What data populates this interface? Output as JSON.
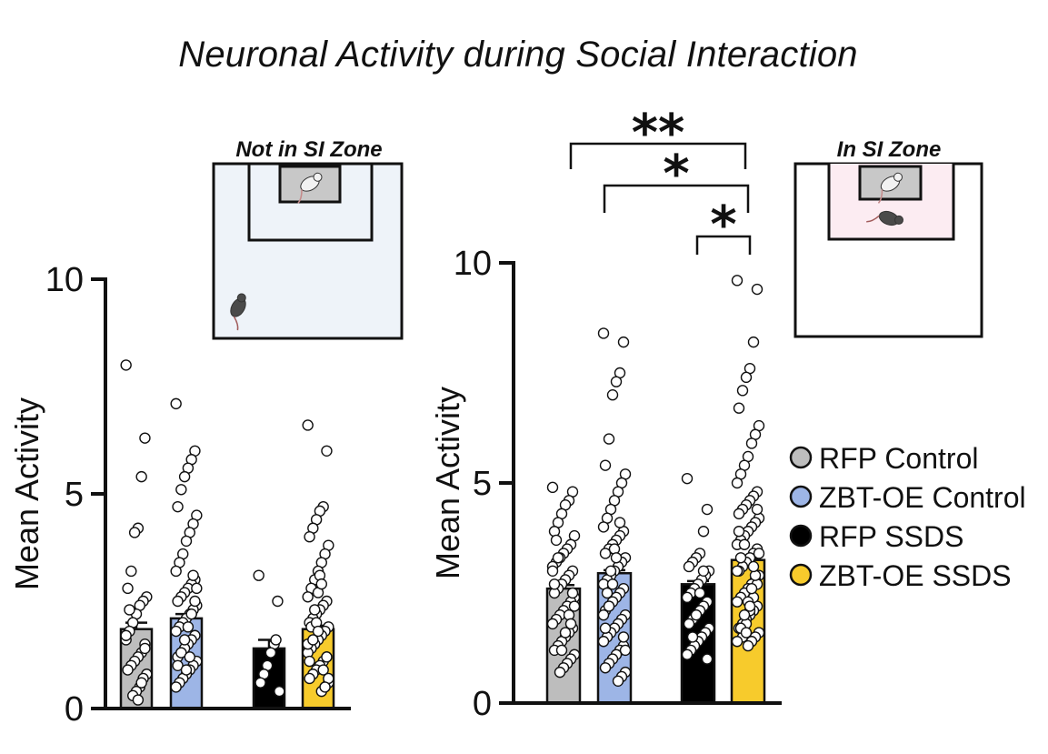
{
  "title": "Neuronal Activity during Social Interaction",
  "colors": {
    "rfp_control": "#bdbdbd",
    "zbt_oe_control": "#9db5e6",
    "rfp_ssds": "#000000",
    "zbt_oe_ssds": "#f7cb2c",
    "zone_not": "#eef3f9",
    "zone_in": "#fcecf2"
  },
  "legend": [
    {
      "label": "RFP Control",
      "color": "#bdbdbd"
    },
    {
      "label": "ZBT-OE Control",
      "color": "#9db5e6"
    },
    {
      "label": "RFP SSDS",
      "color": "#000000"
    },
    {
      "label": "ZBT-OE SSDS",
      "color": "#f7cb2c"
    }
  ],
  "chart_data": [
    {
      "type": "bar",
      "panel": "left",
      "inset_label": "Not in SI Zone",
      "ylabel": "Mean Activity",
      "ylim": [
        0,
        10
      ],
      "yticks": [
        "0",
        "5",
        "10"
      ],
      "categories": [
        "RFP Control",
        "ZBT-OE Control",
        "RFP SSDS",
        "ZBT-OE SSDS"
      ],
      "values": [
        1.85,
        2.1,
        1.4,
        1.85
      ],
      "errors": [
        0.15,
        0.1,
        0.2,
        0.08
      ],
      "points": [
        [
          8.0,
          6.3,
          5.4,
          4.2,
          4.1,
          3.2,
          2.8,
          2.6,
          2.5,
          2.4,
          2.2,
          2.0,
          1.8,
          1.6,
          1.5,
          1.3,
          1.2,
          1.1,
          1.0,
          0.9,
          0.8,
          0.7,
          0.5,
          0.4,
          0.3,
          2.3,
          1.7,
          1.4,
          0.6,
          0.2
        ],
        [
          7.1,
          6.0,
          5.8,
          5.6,
          5.4,
          5.1,
          4.7,
          4.5,
          4.3,
          4.1,
          3.9,
          3.6,
          3.4,
          3.2,
          3.0,
          2.9,
          2.8,
          2.7,
          2.6,
          2.5,
          2.4,
          2.3,
          2.2,
          2.1,
          2.0,
          1.9,
          1.8,
          1.7,
          1.6,
          1.5,
          1.4,
          1.3,
          1.2,
          1.1,
          1.0,
          0.9,
          0.8,
          0.7,
          0.6,
          0.5,
          2.5,
          2.2,
          1.9,
          1.6,
          1.3,
          1.0,
          2.8,
          3.1,
          1.2,
          0.9
        ],
        [
          3.1,
          2.5,
          1.5,
          1.3,
          1.0,
          0.8,
          0.6,
          0.4,
          1.6
        ],
        [
          6.6,
          6.0,
          4.7,
          4.6,
          4.4,
          4.2,
          4.0,
          3.8,
          3.6,
          3.4,
          3.2,
          3.0,
          2.8,
          2.6,
          2.5,
          2.4,
          2.3,
          2.2,
          2.1,
          2.0,
          1.9,
          1.8,
          1.7,
          1.6,
          1.5,
          1.4,
          1.3,
          1.2,
          1.1,
          1.0,
          0.9,
          0.8,
          0.7,
          0.6,
          0.5,
          0.4,
          2.7,
          2.3,
          1.9,
          1.5,
          1.2,
          0.9,
          3.1,
          2.0,
          1.6,
          1.1,
          0.7,
          0.5,
          2.9,
          1.8
        ]
      ]
    },
    {
      "type": "bar",
      "panel": "right",
      "inset_label": "In SI Zone",
      "ylabel": "Mean Activity",
      "ylim": [
        0,
        10
      ],
      "yticks": [
        "0",
        "5",
        "10"
      ],
      "categories": [
        "RFP Control",
        "ZBT-OE Control",
        "RFP SSDS",
        "ZBT-OE SSDS"
      ],
      "values": [
        2.6,
        2.95,
        2.7,
        3.25
      ],
      "errors": [
        0.08,
        0.07,
        0.07,
        0.05
      ],
      "points": [
        [
          4.9,
          4.8,
          4.6,
          4.5,
          4.3,
          4.1,
          3.9,
          3.8,
          3.6,
          3.5,
          3.4,
          3.3,
          3.2,
          3.1,
          3.0,
          2.9,
          2.8,
          2.7,
          2.6,
          2.5,
          2.4,
          2.3,
          2.2,
          2.1,
          2.0,
          1.9,
          1.8,
          1.7,
          1.6,
          1.5,
          1.4,
          1.3,
          1.2,
          1.1,
          1.0,
          0.9,
          0.8,
          0.7,
          3.7,
          3.0,
          2.5,
          2.0,
          1.6,
          1.2,
          3.3,
          2.7,
          2.2,
          1.8
        ],
        [
          8.4,
          8.2,
          7.5,
          7.3,
          7.0,
          6.0,
          5.4,
          5.2,
          5.0,
          4.8,
          4.6,
          4.4,
          4.2,
          4.0,
          3.9,
          3.8,
          3.7,
          3.6,
          3.5,
          3.4,
          3.3,
          3.2,
          3.1,
          3.0,
          2.9,
          2.8,
          2.7,
          2.6,
          2.5,
          2.4,
          2.3,
          2.2,
          2.1,
          2.0,
          1.9,
          1.8,
          1.7,
          1.6,
          1.5,
          1.4,
          1.3,
          1.2,
          1.1,
          1.0,
          0.9,
          0.8,
          0.7,
          0.6,
          0.5,
          3.5,
          3.0,
          2.5,
          2.0,
          1.5,
          4.1,
          3.3,
          2.7,
          2.2,
          1.7,
          1.2
        ],
        [
          5.1,
          4.4,
          3.9,
          3.4,
          3.3,
          3.2,
          3.1,
          3.0,
          2.9,
          2.8,
          2.7,
          2.6,
          2.5,
          2.4,
          2.3,
          2.2,
          2.1,
          2.0,
          1.9,
          1.8,
          1.7,
          1.6,
          1.5,
          1.4,
          1.3,
          1.2,
          1.1,
          1.0,
          3.0,
          2.5,
          2.0,
          1.5
        ],
        [
          9.6,
          9.4,
          8.2,
          7.6,
          7.4,
          7.1,
          6.7,
          6.3,
          6.1,
          5.9,
          5.6,
          5.4,
          5.2,
          5.0,
          4.8,
          4.7,
          4.6,
          4.5,
          4.4,
          4.3,
          4.2,
          4.1,
          4.0,
          3.9,
          3.8,
          3.7,
          3.6,
          3.5,
          3.4,
          3.3,
          3.2,
          3.1,
          3.0,
          2.9,
          2.8,
          2.7,
          2.6,
          2.5,
          2.4,
          2.3,
          2.2,
          2.1,
          2.0,
          1.9,
          1.8,
          1.7,
          1.6,
          1.5,
          1.4,
          1.3,
          3.6,
          3.3,
          3.0,
          2.7,
          2.4,
          2.1,
          1.8,
          1.5,
          3.9,
          3.4,
          2.9,
          2.6,
          2.3,
          2.0,
          1.7,
          1.4,
          4.4,
          3.1,
          2.2,
          1.6
        ]
      ],
      "significance": [
        {
          "from": 0,
          "to": 3,
          "label": "**"
        },
        {
          "from": 1,
          "to": 3,
          "label": "*"
        },
        {
          "from": 2,
          "to": 3,
          "label": "*"
        }
      ]
    }
  ]
}
